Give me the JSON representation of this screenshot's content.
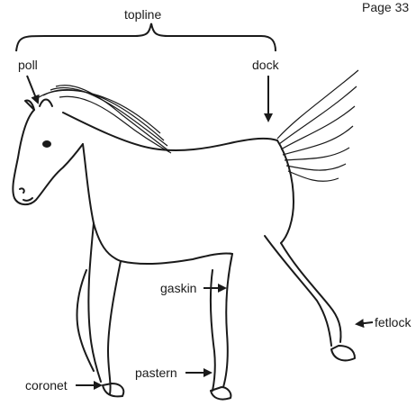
{
  "page_label": "Page 33",
  "labels": {
    "topline": "topline",
    "poll": "poll",
    "dock": "dock",
    "gaskin": "gaskin",
    "fetlock": "fetlock",
    "coronet": "coronet",
    "pastern": "pastern"
  },
  "colors": {
    "ink": "#1a1a1a",
    "background": "#ffffff"
  }
}
